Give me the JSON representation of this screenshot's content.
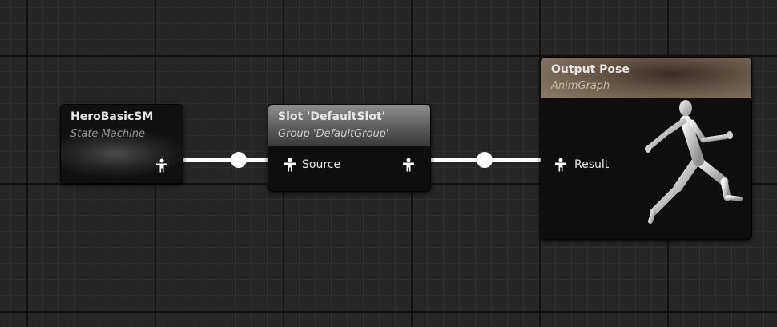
{
  "graph": {
    "name": "AnimGraph",
    "colors": {
      "background": "#262626",
      "grid_minor": "#303030",
      "grid_major": "#111111",
      "wire": "#ffffff",
      "slot_header": "#6a6a6a",
      "output_header": "#7a6a58"
    }
  },
  "nodes": {
    "state_machine": {
      "title": "HeroBasicSM",
      "subtitle": "State Machine",
      "output_pin_icon": "pose-figure-icon"
    },
    "slot": {
      "title": "Slot 'DefaultSlot'",
      "subtitle": "Group 'DefaultGroup'",
      "input_pin_label": "Source",
      "input_pin_icon": "pose-figure-icon",
      "output_pin_icon": "pose-figure-icon"
    },
    "output_pose": {
      "title": "Output Pose",
      "subtitle": "AnimGraph",
      "input_pin_label": "Result",
      "input_pin_icon": "pose-figure-icon",
      "preview_icon": "running-mannequin-icon"
    }
  }
}
